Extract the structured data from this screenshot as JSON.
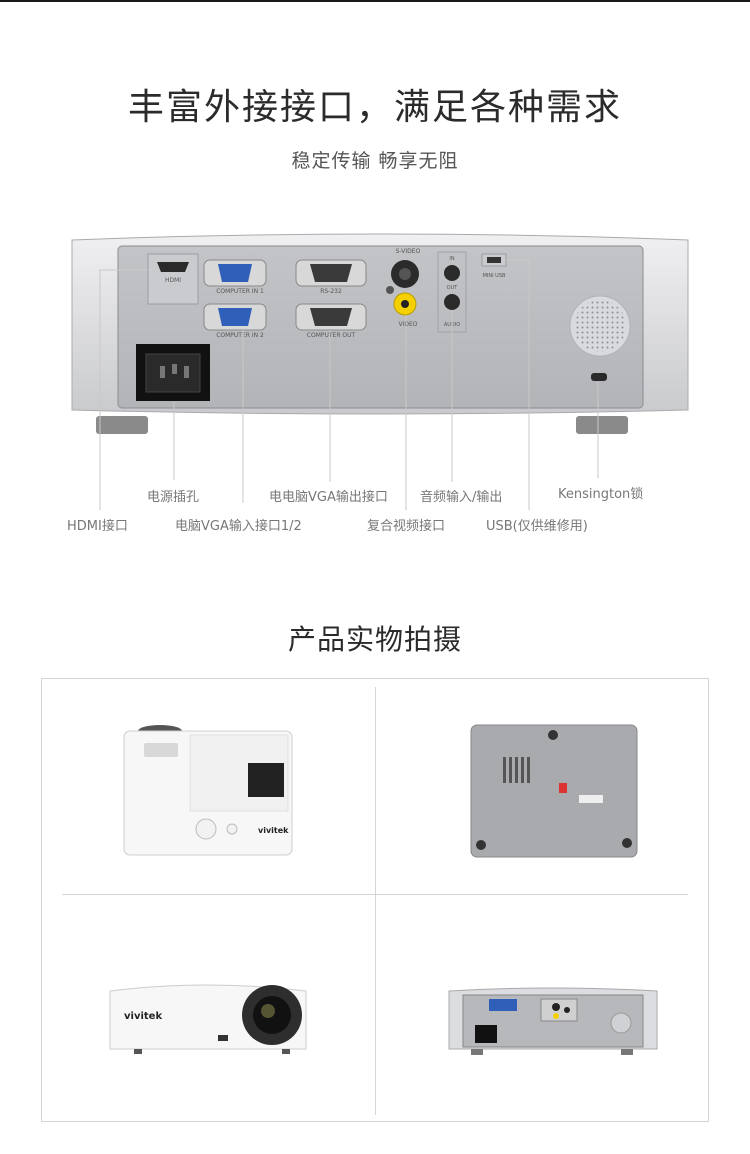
{
  "header": {
    "title": "丰富外接接口，满足各种需求",
    "subtitle": "稳定传输  畅享无阻"
  },
  "ports": {
    "hdmi": "HDMI",
    "computer_in_1": "COMPUTER IN 1",
    "computer_in_2": "COMPUTER IN 2",
    "rs232": "RS-232",
    "computer_out": "COMPUTER OUT",
    "s_video": "S-VIDEO",
    "video": "VIDEO",
    "audio_in": "IN",
    "audio_out": "OUT",
    "audio": "AUDIO",
    "mini_usb": "MINI USB"
  },
  "callouts": {
    "hdmi": "HDMI接口",
    "power": "电源插孔",
    "vga_in": "电脑VGA输入接口1/2",
    "vga_out": "电电脑VGA输出接口",
    "composite": "复合视频接口",
    "audio": "音频输入/输出",
    "usb": "USB(仅供维修用)",
    "kensington": "Kensington锁"
  },
  "gallery": {
    "title": "产品实物拍摄",
    "brand": "vivitek"
  }
}
